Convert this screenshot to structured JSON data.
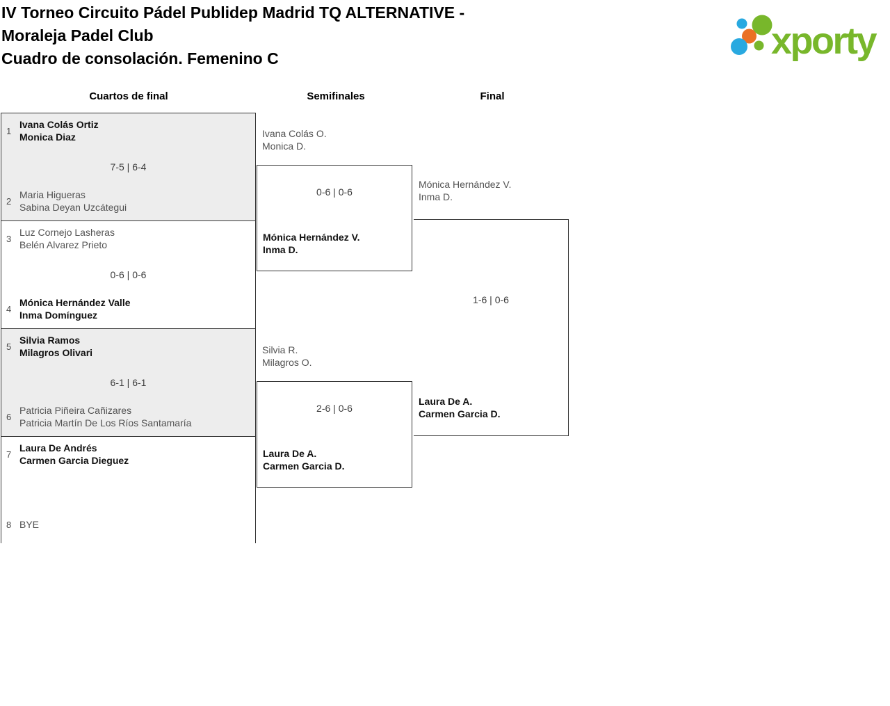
{
  "title": {
    "lines": [
      "IV Torneo Circuito Pádel Publidep Madrid TQ ALTERNATIVE -",
      "Moraleja Padel Club",
      "Cuadro de consolación. Femenino C"
    ]
  },
  "logo": {
    "brand": "xporty",
    "green": "#78b72b",
    "blue": "#29a9e0",
    "orange": "#ea7125"
  },
  "round_headers": {
    "quarterfinals": "Cuartos de final",
    "semifinals": "Semifinales",
    "final": "Final"
  },
  "quarterfinals": [
    {
      "top_seed": "1",
      "top_team": {
        "line1": "Ivana Colás Ortiz",
        "line2": "Monica Diaz",
        "winner": true
      },
      "score": "7-5 | 6-4",
      "bottom_seed": "2",
      "bottom_team": {
        "line1": "Maria Higueras",
        "line2": "Sabina Deyan Uzcátegui",
        "winner": false
      }
    },
    {
      "top_seed": "3",
      "top_team": {
        "line1": "Luz Cornejo Lasheras",
        "line2": "Belén Alvarez Prieto",
        "winner": false
      },
      "score": "0-6 | 0-6",
      "bottom_seed": "4",
      "bottom_team": {
        "line1": "Mónica Hernández Valle",
        "line2": "Inma Domínguez",
        "winner": true
      }
    },
    {
      "top_seed": "5",
      "top_team": {
        "line1": "Silvia Ramos",
        "line2": "Milagros Olivari",
        "winner": true
      },
      "score": "6-1 | 6-1",
      "bottom_seed": "6",
      "bottom_team": {
        "line1": "Patricia Piñeira Cañizares",
        "line2": "Patricia Martín De Los Ríos Santamaría",
        "winner": false
      }
    },
    {
      "top_seed": "7",
      "top_team": {
        "line1": "Laura De Andrés",
        "line2": "Carmen Garcia Dieguez",
        "winner": true
      },
      "score": "",
      "bottom_seed": "8",
      "bottom_team": {
        "line1": "BYE",
        "line2": "",
        "winner": false
      }
    }
  ],
  "semifinals": [
    {
      "entry_top": {
        "line1": "Ivana Colás O.",
        "line2": "Monica D."
      },
      "score": "0-6 | 0-6",
      "winner": {
        "line1": "Mónica Hernández V.",
        "line2": "Inma D."
      }
    },
    {
      "entry_top": {
        "line1": "Silvia R.",
        "line2": "Milagros O."
      },
      "score": "2-6 | 0-6",
      "winner": {
        "line1": "Laura De A.",
        "line2": "Carmen Garcia D."
      }
    }
  ],
  "final": {
    "entry_top": {
      "line1": "Mónica Hernández V.",
      "line2": "Inma D."
    },
    "score": "1-6 | 0-6",
    "winner": {
      "line1": "Laura De A.",
      "line2": "Carmen Garcia D."
    }
  }
}
